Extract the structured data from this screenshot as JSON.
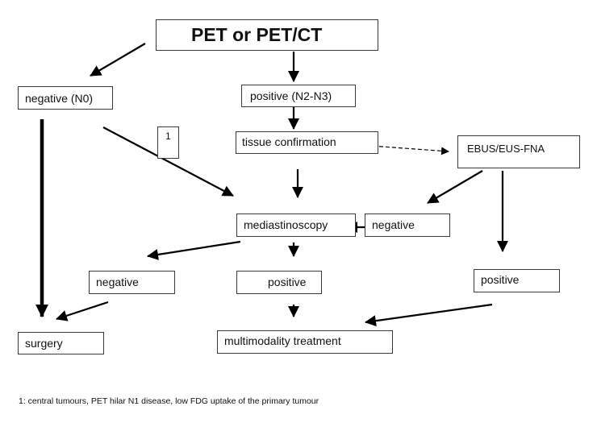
{
  "diagram": {
    "nodes": {
      "pet": "PET or PET/CT",
      "negative_n0": "negative (N0)",
      "positive_n2n3": "positive (N2-N3)",
      "tissue_confirmation": "tissue confirmation",
      "ebus": "EBUS/EUS-FNA",
      "mediastinoscopy": "mediastinoscopy",
      "ebus_negative": "negative",
      "med_negative": "negative",
      "med_positive": "positive",
      "ebus_positive": "positive",
      "surgery": "surgery",
      "multimodality": "multimodality treatment",
      "footnote_marker": "1"
    },
    "edges": [
      {
        "from": "PET or PET/CT",
        "to": "negative (N0)",
        "style": "solid"
      },
      {
        "from": "PET or PET/CT",
        "to": "positive (N2-N3)",
        "style": "solid"
      },
      {
        "from": "positive (N2-N3)",
        "to": "tissue confirmation",
        "style": "solid"
      },
      {
        "from": "tissue confirmation",
        "to": "EBUS/EUS-FNA",
        "style": "dashed"
      },
      {
        "from": "tissue confirmation",
        "to": "mediastinoscopy",
        "style": "solid"
      },
      {
        "from": "negative (N0)",
        "to": "mediastinoscopy",
        "style": "solid",
        "label": "1"
      },
      {
        "from": "negative (N0)",
        "to": "surgery",
        "style": "bold"
      },
      {
        "from": "EBUS/EUS-FNA",
        "to": "negative",
        "style": "solid"
      },
      {
        "from": "EBUS/EUS-FNA",
        "to": "positive",
        "style": "solid"
      },
      {
        "from": "negative",
        "to": "mediastinoscopy",
        "style": "solid"
      },
      {
        "from": "mediastinoscopy",
        "to": "negative",
        "style": "solid"
      },
      {
        "from": "mediastinoscopy",
        "to": "positive",
        "style": "solid"
      },
      {
        "from": "negative",
        "to": "surgery",
        "style": "solid"
      },
      {
        "from": "positive",
        "to": "multimodality treatment",
        "style": "solid"
      },
      {
        "from": "positive (EBUS)",
        "to": "multimodality treatment",
        "style": "solid"
      }
    ],
    "footnote": "1: central tumours, PET hilar N1 disease, low FDG uptake of the primary tumour"
  }
}
